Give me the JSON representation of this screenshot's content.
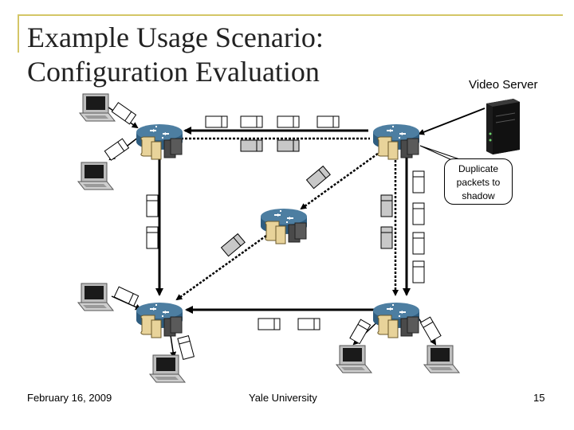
{
  "title": {
    "line1": "Example Usage Scenario:",
    "line2": "Configuration Evaluation"
  },
  "labels": {
    "video_server": "Video Server",
    "callout_line1": "Duplicate",
    "callout_line2": "packets to",
    "callout_line3": "shadow"
  },
  "footer": {
    "date": "February 16, 2009",
    "organization": "Yale University",
    "page_number": "15"
  },
  "icons": {
    "router": "router-icon",
    "config": "config-scroll-icon",
    "laptop": "laptop-icon",
    "server": "server-icon",
    "packet": "packet-icon"
  },
  "colors": {
    "frame": "#d4c667",
    "router_top": "#4d7ea1",
    "router_side": "#2f5d80",
    "scroll": "#e8d39a",
    "packet_shadow": "#c8c8c8"
  }
}
